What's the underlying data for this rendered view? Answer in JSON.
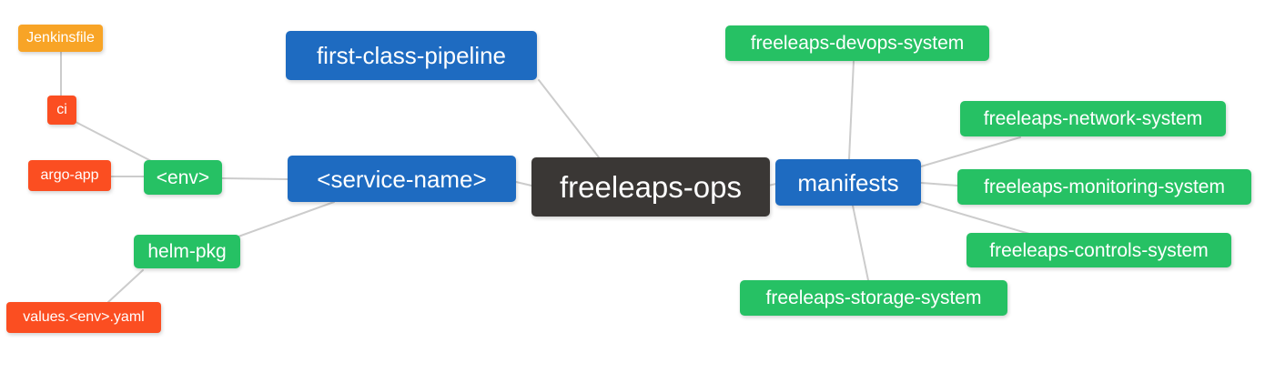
{
  "diagram": {
    "type": "mindmap",
    "root": "freeleaps-ops",
    "palette": {
      "blue": "#1e6bc1",
      "green": "#26c164",
      "red": "#fb4e21",
      "orange": "#f8a426",
      "dark": "#3a3735",
      "edge": "#cccccc",
      "text": "#ffffff",
      "background": "#ffffff"
    },
    "nodes": [
      {
        "id": "jenkinsfile",
        "label": "Jenkinsfile",
        "color": "orange",
        "size": "small"
      },
      {
        "id": "ci",
        "label": "ci",
        "color": "red",
        "size": "small"
      },
      {
        "id": "argo-app",
        "label": "argo-app",
        "color": "red",
        "size": "small"
      },
      {
        "id": "env",
        "label": "<env>",
        "color": "green",
        "size": "medium"
      },
      {
        "id": "helm-pkg",
        "label": "helm-pkg",
        "color": "green",
        "size": "medium"
      },
      {
        "id": "values-env-yaml",
        "label": "values.<env>.yaml",
        "color": "red",
        "size": "small"
      },
      {
        "id": "first-class-pipeline",
        "label": "first-class-pipeline",
        "color": "blue",
        "size": "large"
      },
      {
        "id": "service-name",
        "label": "<service-name>",
        "color": "blue",
        "size": "large"
      },
      {
        "id": "freeleaps-ops",
        "label": "freeleaps-ops",
        "color": "dark",
        "size": "xlarge"
      },
      {
        "id": "manifests",
        "label": "manifests",
        "color": "blue",
        "size": "large"
      },
      {
        "id": "freeleaps-devops-system",
        "label": "freeleaps-devops-system",
        "color": "green",
        "size": "medium"
      },
      {
        "id": "freeleaps-network-system",
        "label": "freeleaps-network-system",
        "color": "green",
        "size": "medium"
      },
      {
        "id": "freeleaps-monitoring-system",
        "label": "freeleaps-monitoring-system",
        "color": "green",
        "size": "medium"
      },
      {
        "id": "freeleaps-controls-system",
        "label": "freeleaps-controls-system",
        "color": "green",
        "size": "medium"
      },
      {
        "id": "freeleaps-storage-system",
        "label": "freeleaps-storage-system",
        "color": "green",
        "size": "medium"
      }
    ],
    "edges": [
      {
        "from": "jenkinsfile",
        "to": "ci"
      },
      {
        "from": "ci",
        "to": "env"
      },
      {
        "from": "argo-app",
        "to": "env"
      },
      {
        "from": "env",
        "to": "service-name"
      },
      {
        "from": "helm-pkg",
        "to": "service-name"
      },
      {
        "from": "values-env-yaml",
        "to": "helm-pkg"
      },
      {
        "from": "service-name",
        "to": "freeleaps-ops"
      },
      {
        "from": "first-class-pipeline",
        "to": "freeleaps-ops"
      },
      {
        "from": "freeleaps-ops",
        "to": "manifests"
      },
      {
        "from": "manifests",
        "to": "freeleaps-devops-system"
      },
      {
        "from": "manifests",
        "to": "freeleaps-network-system"
      },
      {
        "from": "manifests",
        "to": "freeleaps-monitoring-system"
      },
      {
        "from": "manifests",
        "to": "freeleaps-controls-system"
      },
      {
        "from": "manifests",
        "to": "freeleaps-storage-system"
      }
    ]
  }
}
